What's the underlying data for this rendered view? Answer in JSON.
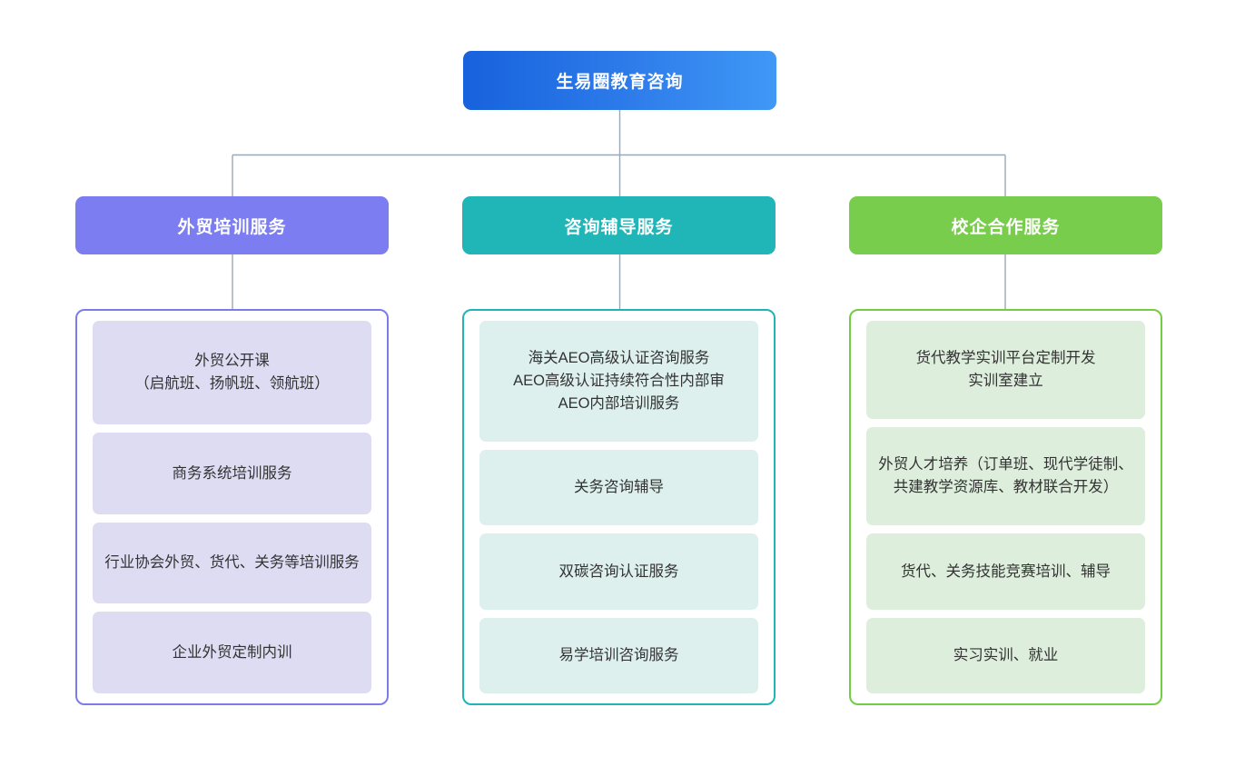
{
  "root": {
    "label": "生易圈教育咨询",
    "gradient_from": "#1762dd",
    "gradient_to": "#4098f5"
  },
  "connector_color": "#9aa7b4",
  "branches": [
    {
      "name": "foreign-trade-training",
      "header": "外贸培训服务",
      "header_color": "#7b7df0",
      "border_color": "#7b7bee",
      "item_color": "#dedcf3",
      "items": [
        "外贸公开课\n（启航班、扬帆班、领航班）",
        "商务系统培训服务",
        "行业协会外贸、货代、关务等培训服务",
        "企业外贸定制内训"
      ]
    },
    {
      "name": "consulting-coaching",
      "header": "咨询辅导服务",
      "header_color": "#20b6b8",
      "border_color": "#1fb5b5",
      "item_color": "#ddf0ee",
      "items": [
        "海关AEO高级认证咨询服务\nAEO高级认证持续符合性内部审\nAEO内部培训服务",
        "关务咨询辅导",
        "双碳咨询认证服务",
        "易学培训咨询服务"
      ]
    },
    {
      "name": "school-enterprise-cooperation",
      "header": "校企合作服务",
      "header_color": "#79cd4c",
      "border_color": "#72cc45",
      "item_color": "#ddefdc",
      "items": [
        "货代教学实训平台定制开发\n实训室建立",
        "外贸人才培养（订单班、现代学徒制、共建教学资源库、教材联合开发）",
        "货代、关务技能竞赛培训、辅导",
        "实习实训、就业"
      ]
    }
  ]
}
